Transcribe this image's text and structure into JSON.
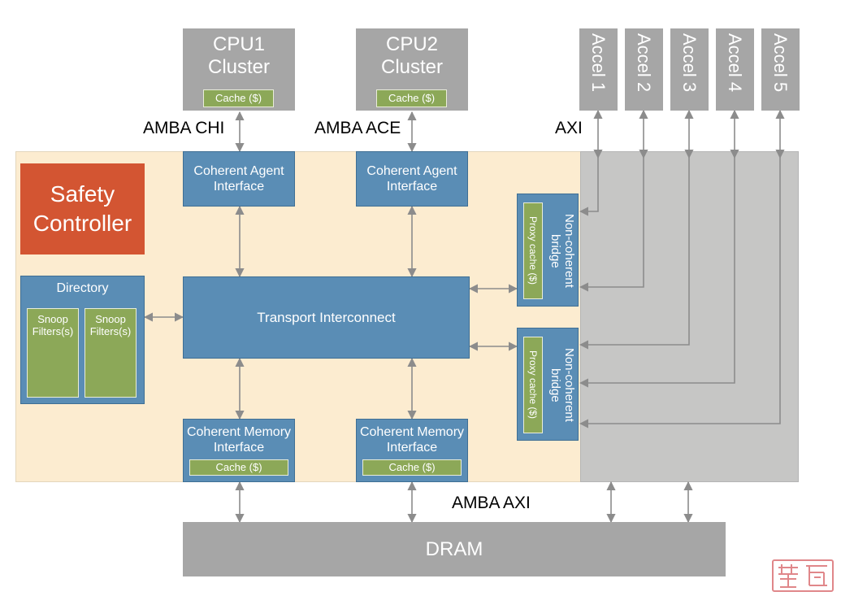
{
  "cpu1": {
    "title": "CPU1 Cluster",
    "line1": "CPU1",
    "line2": "Cluster",
    "cache": "Cache ($)"
  },
  "cpu2": {
    "title": "CPU2 Cluster",
    "line1": "CPU2",
    "line2": "Cluster",
    "cache": "Cache ($)"
  },
  "accels": [
    "Accel 1",
    "Accel 2",
    "Accel 3",
    "Accel 4",
    "Accel 5"
  ],
  "protocols": {
    "chi": "AMBA CHI",
    "ace": "AMBA ACE",
    "axi": "AXI",
    "amba_axi": "AMBA AXI"
  },
  "safety_controller": {
    "line1": "Safety",
    "line2": "Controller"
  },
  "cai1": {
    "line1": "Coherent Agent",
    "line2": "Interface"
  },
  "cai2": {
    "line1": "Coherent Agent",
    "line2": "Interface"
  },
  "directory": {
    "title": "Directory",
    "snoop1": "Snoop Filters(s)",
    "snoop2": "Snoop Filters(s)"
  },
  "transport": "Transport Interconnect",
  "bridge1": {
    "title": "Non-coherent bridge",
    "cache": "Proxy cache ($)"
  },
  "bridge2": {
    "title": "Non-coherent bridge",
    "cache": "Proxy cache ($)"
  },
  "cmi1": {
    "line1": "Coherent Memory",
    "line2": "Interface",
    "cache": "Cache ($)"
  },
  "cmi2": {
    "line1": "Coherent Memory",
    "line2": "Interface",
    "cache": "Cache ($)"
  },
  "dram": "DRAM",
  "colors": {
    "panel_beige": "#fcecd0",
    "panel_gray": "#c6c6c5",
    "box_gray": "#a6a6a6",
    "box_blue": "#5a8db5",
    "box_green": "#8ca858",
    "safety_red": "#d35532",
    "line": "#8c8c8c"
  },
  "watermark_icon": "stamp-seal-icon"
}
